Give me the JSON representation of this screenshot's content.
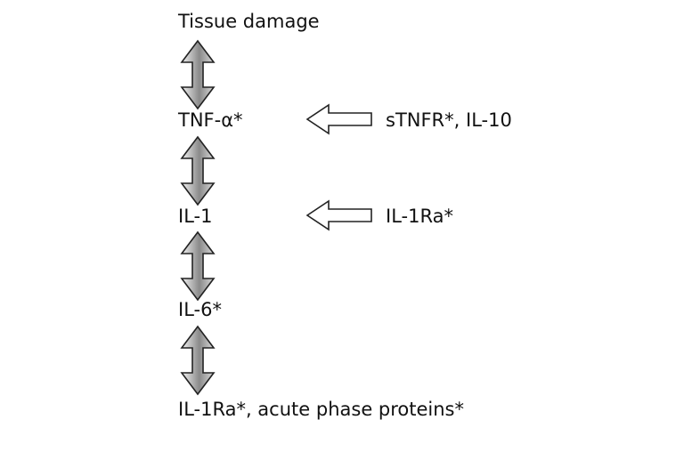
{
  "diagram": {
    "nodes": [
      {
        "id": "tissue",
        "label": "Tissue damage"
      },
      {
        "id": "tnf",
        "label": "TNF-α*"
      },
      {
        "id": "il1",
        "label": "IL-1"
      },
      {
        "id": "il6",
        "label": "IL-6*"
      },
      {
        "id": "outcome",
        "label": "IL-1Ra*, acute phase proteins*"
      }
    ],
    "inhibitors": [
      {
        "id": "stnfr",
        "label": "sTNFR*, IL-10",
        "target": "tnf"
      },
      {
        "id": "il1ra",
        "label": "IL-1Ra*",
        "target": "il1"
      }
    ],
    "colors": {
      "arrow_fill_light": "#f2f2f2",
      "arrow_fill_dark": "#8a8a8a",
      "stroke": "#222222",
      "hollow_fill": "#ffffff"
    }
  }
}
